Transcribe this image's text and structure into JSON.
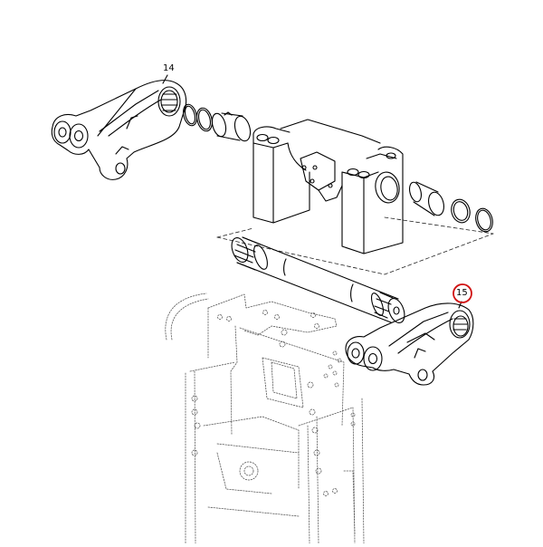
{
  "diagram": {
    "type": "exploded-parts-diagram",
    "background": "#ffffff",
    "line_color": "#000000",
    "highlight_color": "#d01010",
    "callouts": [
      {
        "id": "14",
        "label": "14",
        "highlighted": false
      },
      {
        "id": "15",
        "label": "15",
        "highlighted": true
      }
    ],
    "parts": [
      {
        "name": "lift-arm-left",
        "callout": "14"
      },
      {
        "name": "seal-ring-left-outer"
      },
      {
        "name": "seal-ring-left-inner"
      },
      {
        "name": "bushing-left"
      },
      {
        "name": "lift-housing"
      },
      {
        "name": "bushing-right"
      },
      {
        "name": "seal-ring-right-inner"
      },
      {
        "name": "seal-ring-right-outer"
      },
      {
        "name": "splined-cross-shaft"
      },
      {
        "name": "lift-arm-right",
        "callout": "15"
      },
      {
        "name": "rear-axle-housing-phantom"
      }
    ]
  }
}
